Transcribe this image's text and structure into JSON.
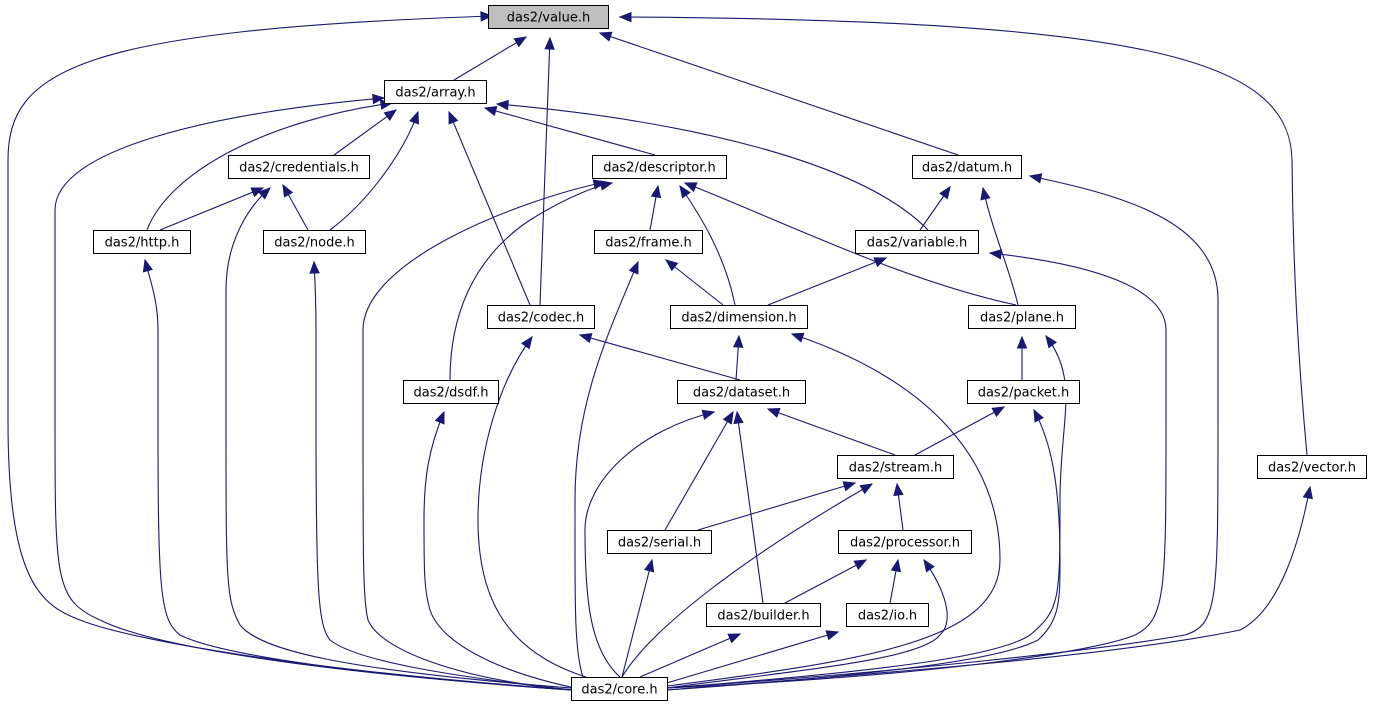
{
  "graph": {
    "nodes": [
      {
        "id": "value",
        "label": "das2/value.h",
        "highlight": true
      },
      {
        "id": "array",
        "label": "das2/array.h"
      },
      {
        "id": "credentials",
        "label": "das2/credentials.h"
      },
      {
        "id": "descriptor",
        "label": "das2/descriptor.h"
      },
      {
        "id": "datum",
        "label": "das2/datum.h"
      },
      {
        "id": "http",
        "label": "das2/http.h"
      },
      {
        "id": "node",
        "label": "das2/node.h"
      },
      {
        "id": "frame",
        "label": "das2/frame.h"
      },
      {
        "id": "variable",
        "label": "das2/variable.h"
      },
      {
        "id": "codec",
        "label": "das2/codec.h"
      },
      {
        "id": "dimension",
        "label": "das2/dimension.h"
      },
      {
        "id": "plane",
        "label": "das2/plane.h"
      },
      {
        "id": "dsdf",
        "label": "das2/dsdf.h"
      },
      {
        "id": "dataset",
        "label": "das2/dataset.h"
      },
      {
        "id": "packet",
        "label": "das2/packet.h"
      },
      {
        "id": "stream",
        "label": "das2/stream.h"
      },
      {
        "id": "vector",
        "label": "das2/vector.h"
      },
      {
        "id": "serial",
        "label": "das2/serial.h"
      },
      {
        "id": "processor",
        "label": "das2/processor.h"
      },
      {
        "id": "builder",
        "label": "das2/builder.h"
      },
      {
        "id": "io",
        "label": "das2/io.h"
      },
      {
        "id": "core",
        "label": "das2/core.h"
      }
    ],
    "edges": [
      [
        "array",
        "value"
      ],
      [
        "codec",
        "value"
      ],
      [
        "datum",
        "value"
      ],
      [
        "vector",
        "value"
      ],
      [
        "core",
        "value"
      ],
      [
        "credentials",
        "array"
      ],
      [
        "descriptor",
        "array"
      ],
      [
        "http",
        "array"
      ],
      [
        "node",
        "array"
      ],
      [
        "codec",
        "array"
      ],
      [
        "variable",
        "array"
      ],
      [
        "core",
        "array"
      ],
      [
        "http",
        "credentials"
      ],
      [
        "node",
        "credentials"
      ],
      [
        "core",
        "credentials"
      ],
      [
        "frame",
        "descriptor"
      ],
      [
        "dimension",
        "descriptor"
      ],
      [
        "plane",
        "descriptor"
      ],
      [
        "dsdf",
        "descriptor"
      ],
      [
        "core",
        "descriptor"
      ],
      [
        "variable",
        "datum"
      ],
      [
        "plane",
        "datum"
      ],
      [
        "core",
        "datum"
      ],
      [
        "core",
        "http"
      ],
      [
        "core",
        "node"
      ],
      [
        "dimension",
        "frame"
      ],
      [
        "core",
        "frame"
      ],
      [
        "dimension",
        "variable"
      ],
      [
        "core",
        "variable"
      ],
      [
        "dataset",
        "codec"
      ],
      [
        "core",
        "codec"
      ],
      [
        "dataset",
        "dimension"
      ],
      [
        "core",
        "dimension"
      ],
      [
        "packet",
        "plane"
      ],
      [
        "core",
        "plane"
      ],
      [
        "core",
        "dsdf"
      ],
      [
        "stream",
        "dataset"
      ],
      [
        "serial",
        "dataset"
      ],
      [
        "builder",
        "dataset"
      ],
      [
        "core",
        "dataset"
      ],
      [
        "stream",
        "packet"
      ],
      [
        "core",
        "packet"
      ],
      [
        "serial",
        "stream"
      ],
      [
        "processor",
        "stream"
      ],
      [
        "core",
        "stream"
      ],
      [
        "core",
        "vector"
      ],
      [
        "core",
        "serial"
      ],
      [
        "builder",
        "processor"
      ],
      [
        "io",
        "processor"
      ],
      [
        "core",
        "processor"
      ],
      [
        "core",
        "builder"
      ],
      [
        "core",
        "io"
      ]
    ]
  },
  "colors": {
    "edge": "#191970",
    "node_fill": "#ffffff",
    "node_highlight_fill": "#bfbfbf",
    "node_border": "#000000"
  }
}
